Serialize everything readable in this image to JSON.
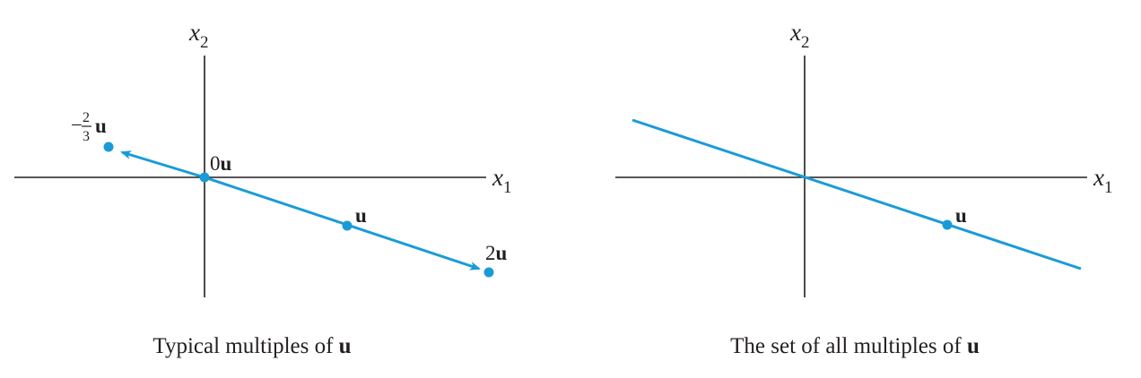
{
  "colors": {
    "vector": "#1a9bd7",
    "axis": "#231f20"
  },
  "left_panel": {
    "axis_x": {
      "var": "x",
      "sub": "1"
    },
    "axis_y": {
      "var": "x",
      "sub": "2"
    },
    "labels": {
      "neg_sign": "−",
      "neg_num": "2",
      "neg_den": "3",
      "zero_coef": "0",
      "two_coef": "2",
      "u": "u"
    },
    "caption": {
      "text": "Typical multiples of ",
      "bold": "u"
    }
  },
  "right_panel": {
    "axis_x": {
      "var": "x",
      "sub": "1"
    },
    "axis_y": {
      "var": "x",
      "sub": "2"
    },
    "labels": {
      "u": "u"
    },
    "caption": {
      "text": "The set of all multiples of ",
      "bold": "u"
    }
  }
}
